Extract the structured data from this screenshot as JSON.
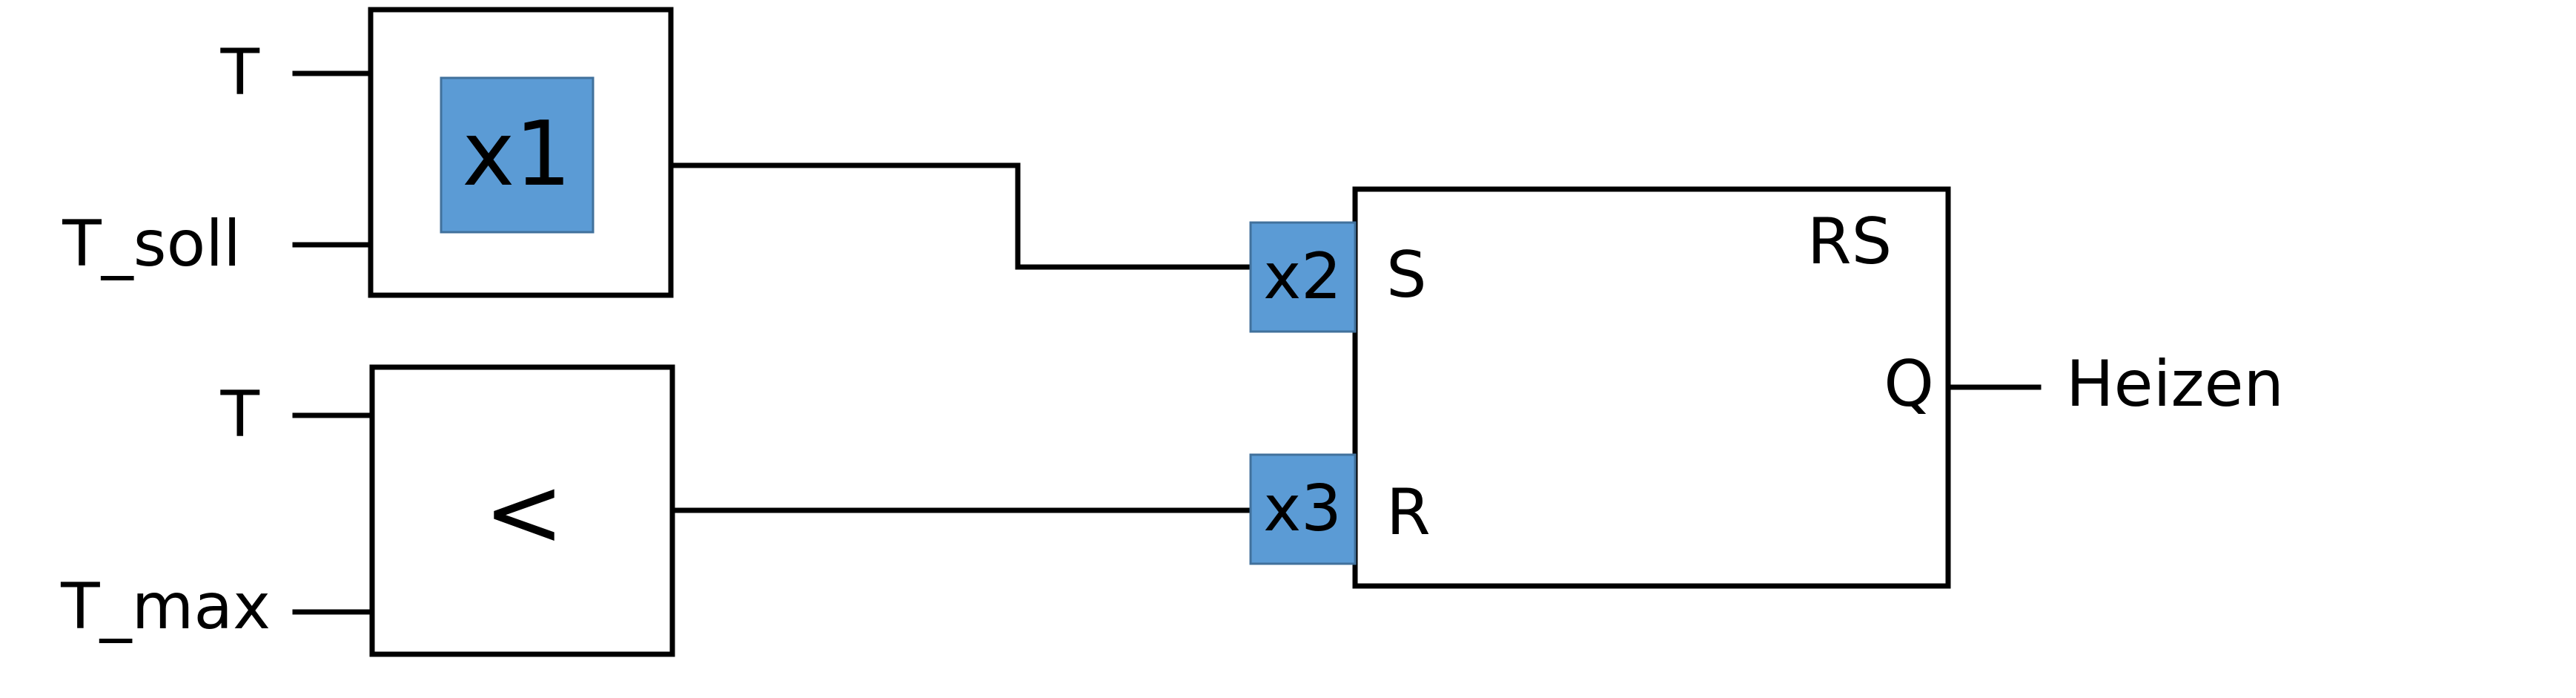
{
  "colors": {
    "tag_fill": "#5b9bd5",
    "tag_stroke": "#41719c",
    "line": "#000000"
  },
  "inputs": {
    "t1": "T",
    "t_soll": "T_soll",
    "t2": "T",
    "t_max": "T_max"
  },
  "blocks": {
    "block1_marker": "x1",
    "comparator_symbol": "<",
    "rs_title": "RS",
    "rs_set_pin": "S",
    "rs_reset_pin": "R",
    "rs_output_pin": "Q"
  },
  "markers": {
    "set_marker": "x2",
    "reset_marker": "x3"
  },
  "outputs": {
    "heizen": "Heizen"
  }
}
